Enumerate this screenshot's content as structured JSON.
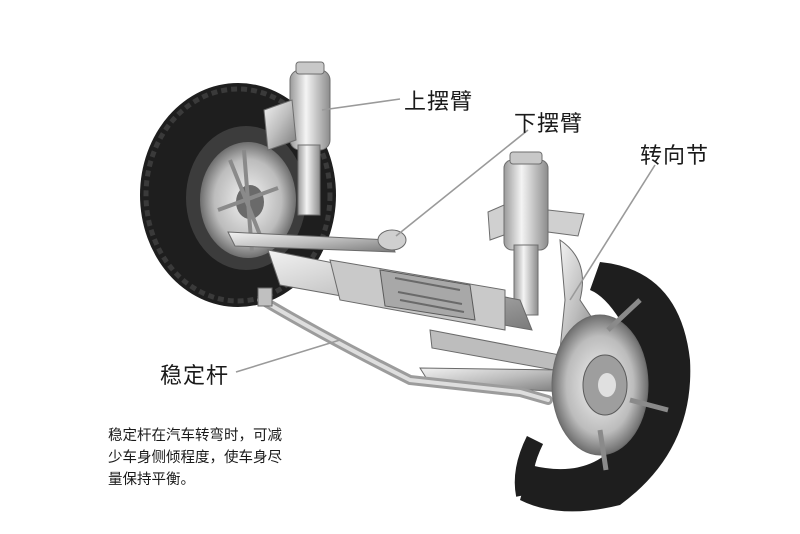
{
  "labels": {
    "upper_control_arm": "上摆臂",
    "lower_control_arm": "下摆臂",
    "steering_knuckle": "转向节",
    "stabilizer_bar": "稳定杆"
  },
  "note": {
    "lines": [
      "稳定杆在汽车转弯时，可减",
      "少车身侧倾程度，使车身尽",
      "量保持平衡。"
    ]
  },
  "colors": {
    "text": "#1a1a1a",
    "leader_line": "#9a9a9a",
    "tire": "#1e1e1e",
    "metal_light": "#e4e4e4",
    "metal_dark": "#8a8a8a"
  }
}
